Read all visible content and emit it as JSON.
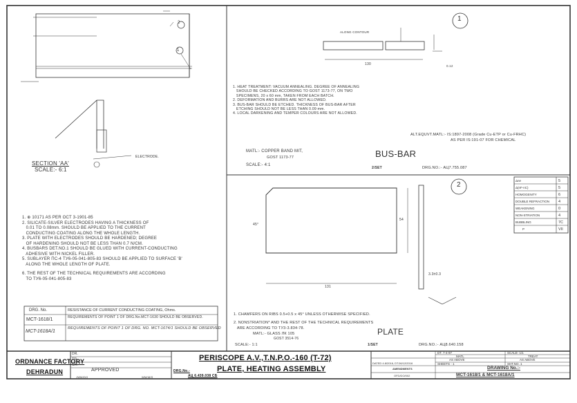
{
  "sheet1": {
    "callouts": [
      "1",
      "2"
    ],
    "section_label": "SECTION 'AA'",
    "section_scale": "SCALE:- 6:1",
    "electrode_label": "ELECTRODE.",
    "notes": [
      "1. ⊕ 10171 AS PER OCT 3-1901-85",
      "2. SILICATE-SILVER ELECTRODES HAVING A THICKNESS OF\n   0.01 TO 0.08mm. SHOULD BE APPLIED TO THE CURRENT\n   CONDUCTING COATING ALONG THE WHOLE LENGTH.",
      "3. PLATE WITH ELECTRODES SHOULD BE HARDENED; DEGREE\n   OF HARDENING SHOULD NOT BE LESS THAN 0.7 N/CM.",
      "4. BUSBARS DET.NO.1 SHOULD BE GLUED WITH CURRENT-CONDUCTING\n   ADHESIVE WITH NICKEL FILLER.",
      "5. SUBLAYER ПС-4 ТУ6-05-041-805-83 SHOULD BE APPLIED TO SURFACE 'B'\n   ALONG THE WHOLE LENGTH OF PLATE.",
      "6. THE REST OF THE TECHNICAL REQUIREMENTS ARE ACCORDING\n   TO ТУ6-05-041-805-83"
    ],
    "resistance_table": {
      "header": [
        "DRG. No.",
        "RESISTANCE OF CURRENT CONDUCTING COATING, Ohms."
      ],
      "rows": [
        [
          "MCT-1618/1",
          "REQUIREMENTS OF POINT 1 OF DRG.No.MCT-1630 SHOULD BE\nOBSERVED."
        ],
        [
          "MCT-1618A/1",
          "REQUIREMENTS OF POINT 1 OF DRG. NO. MCT-1674/1\nSHOULD BE OBSERVED"
        ]
      ]
    }
  },
  "busbar": {
    "callout": "1",
    "along_contour": "ALONG CONTOUR",
    "dim_length": "130",
    "dim_thk": "0.12",
    "notes": [
      "1. HEAT TREATMENT: VACUUM ANNEALING. DEGREE OF ANNEALING\n   SHOULD BE CHECKED ACCORDING TO GOST 1173-77, ON TWO\n   SPECIMENS, 20 x 60 mm, TAKEN FROM EACH BATCH.",
      "2. DEFORMATION AND BURRS ARE NOT ALLOWED.",
      "3. BUS-BAR SHOULD BE ETCHED. THICKNESS OF BUS-BAR AFTER\n   ETCHING SHOULD NOT BE LESS THAN 0.09 mm.",
      "4. LOCAL DARKENING AND TEMPER COLOURS ARE NOT ALLOWED."
    ],
    "alt_matl": "ALT.EQUVT.MATL:- IS:1897-2008 (Grade Cu-ETP or Cu-FRHC)",
    "alt_matl2": "AS PER IS:191-07 FOR CHEMICAL",
    "matl": "MATL:- COPPER BAND MIT,",
    "matl2": "GOST 1173-77",
    "scale": "SCALE:- 4:1",
    "title": "BUS-BAR",
    "qty": "2/SET",
    "drg_no": "DRG.NO.:- АЦ7.755.087"
  },
  "plate": {
    "callout": "2",
    "dim_width": "131",
    "dim_height": "54",
    "dim_angle": "45°",
    "dim_thk": "3.3±0.3",
    "optical_table": [
      [
        "Δne",
        "5"
      ],
      [
        "Δ(nF-nC)",
        "5"
      ],
      [
        "HOMOGENITY",
        "6"
      ],
      [
        "DOUBLE REFRACTION",
        "4"
      ],
      [
        "WEAKENING",
        "0"
      ],
      [
        "NON-STRIATION",
        "4"
      ],
      [
        "BUBBLING",
        "7C"
      ],
      [
        "P",
        "VII"
      ]
    ],
    "notes": [
      "1. CHAMFERS ON RIBS 0.5+0.5 x 45° UNLESS OTHERWISE SPECIFIED.",
      "2. NONSTRIATION* AND THE REST OF THE TECHNICAL REQUIREMENTS\n   ARE ACCORDING TO ТУ3-3.834-78."
    ],
    "matl": "MATL:- GLASS ЛК 105",
    "matl2": "GOST 3514-76",
    "scale": "SCALE:- 1:1",
    "title": "PLATE",
    "qty": "1/SET",
    "drg_no": "DRG.NO.:- АЦ8.640.158"
  },
  "title_block": {
    "org1": "ORDNANCE FACTORY",
    "org2": "DEHRADUN",
    "dr": "DR.",
    "tr": "TR.",
    "ch": "CH.",
    "approved": "APPROVED",
    "sign1": "JWM/DO",
    "sign2": "WM/MIS",
    "title1": "PERISCOPE A.V.,T.N.P.O.-160 (T-72)",
    "title2": "PLATE, HEATING ASSEMBLY",
    "drg_label": "DRG.No.-",
    "drg_value": "АЦ 6.439.038 СБ",
    "dt": "DT. 7-4-97",
    "scale": "SCALE- 1/1",
    "matl": "MATL",
    "treat": "TREAT",
    "as_above1": "AS ABOVE",
    "as_above2": "AS ABOVE",
    "dated": "DATED 4.8/2016, DT.06/12/2016",
    "sheets": "SHEETS - 1",
    "sht_no": "SHT.NO. 1",
    "amendments": "AMENDMENTS",
    "amend_ref": "OFD/DO/002",
    "drawing_no_label": "DRAWING No.:-",
    "drawing_no": "MCT-1618/1 & MCT-1618A/1"
  }
}
